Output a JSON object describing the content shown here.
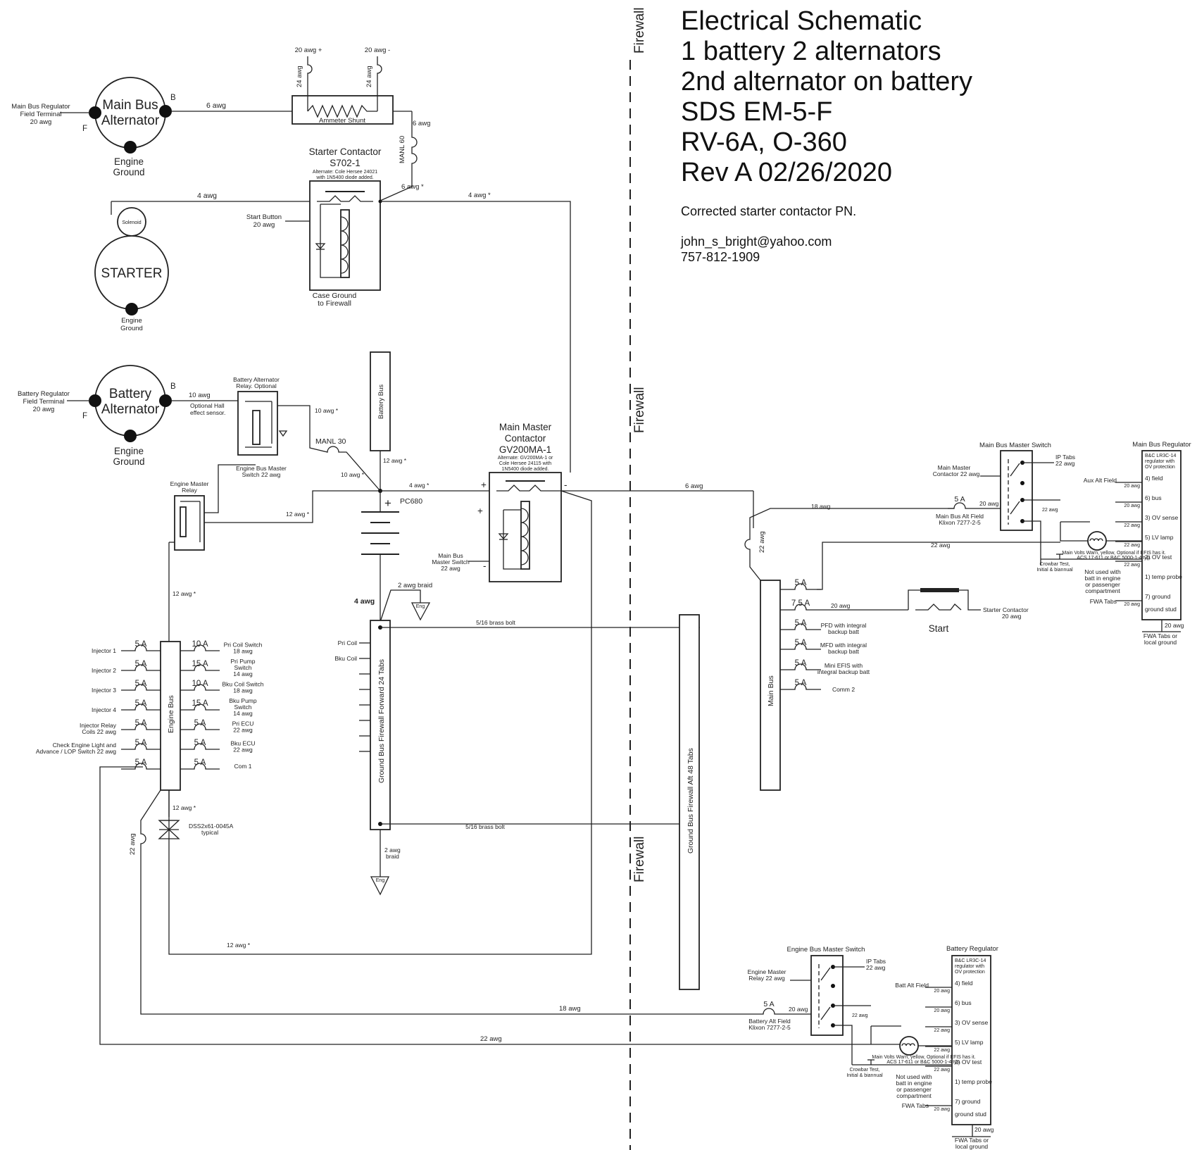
{
  "title_block": {
    "lines": [
      "Electrical Schematic",
      "1 battery 2 alternators",
      "2nd alternator on battery",
      "SDS EM-5-F",
      "RV-6A, O-360",
      "Rev A 02/26/2020"
    ],
    "note": "Corrected starter contactor PN.",
    "email": "john_s_bright@yahoo.com",
    "phone": "757-812-1909"
  },
  "firewall": {
    "label": "Firewall"
  },
  "main_alt": {
    "name1": "Main Bus",
    "name2": "Alternator",
    "B": "B",
    "F": "F",
    "field_l1": "Main Bus Regulator",
    "field_l2": "Field Terminal",
    "field_l3": "20 awg",
    "ground_l1": "Engine",
    "ground_l2": "Ground",
    "wire": "6 awg"
  },
  "shunt": {
    "label": "Ammeter Shunt",
    "plus": "20 awg +",
    "minus": "20 awg -",
    "w1": "24 awg",
    "w2": "24 awg",
    "out": "6 awg",
    "manl": "MANL 60"
  },
  "starter_contactor": {
    "l1": "Starter Contactor",
    "l2": "S702-1",
    "alt1": "Alternate: Cole Hersee 24021",
    "alt2": "with 1N5400 diode added.",
    "case1": "Case Ground",
    "case2": "to Firewall",
    "start1": "Start Button",
    "start2": "20 awg",
    "w_in": "6 awg *",
    "w_left": "4 awg",
    "w_right": "4 awg *"
  },
  "starter": {
    "label": "STARTER",
    "solenoid": "Solenoid",
    "g1": "Engine",
    "g2": "Ground"
  },
  "batt_alt": {
    "name1": "Battery",
    "name2": "Alternator",
    "B": "B",
    "F": "F",
    "field_l1": "Battery Regulator",
    "field_l2": "Field Terminal",
    "field_l3": "20 awg",
    "ground_l1": "Engine",
    "ground_l2": "Ground",
    "w": "10 awg",
    "hall1": "Optional Hall",
    "hall2": "effect sensor.",
    "relay1": "Battery Alternator",
    "relay2": "Relay. Optional",
    "w_out": "10 awg *",
    "manl": "MANL 30",
    "w_batt": "10 awg *"
  },
  "engine_master_relay": {
    "l1": "Engine Master",
    "l2": "Relay",
    "sw1": "Engine Bus Master",
    "sw2": "Switch 22 awg",
    "w1": "12 awg *",
    "w2": "12 awg *"
  },
  "battery_bus": {
    "label": "Battery Bus",
    "w": "12 awg *"
  },
  "battery": {
    "plus": "+",
    "pc": "PC680",
    "w_neg": "4 awg",
    "w_pos": "4 awg *",
    "braid": "2 awg braid",
    "eng": "Eng"
  },
  "main_master": {
    "l1": "Main Master",
    "l2": "Contactor",
    "l3": "GV200MA-1",
    "alt1": "Alternate: GV200MA-1 or",
    "alt2": "Cole Hersee 24115 with",
    "alt3": "1N5400 diode added.",
    "plus": "+",
    "minus": "-",
    "sw1": "Main Bus",
    "sw2": "Master Switch",
    "sw3": "22 awg",
    "w": "6 awg"
  },
  "ground_fwd": {
    "label": "Ground Bus Firewall Forward 24 Tabs",
    "pri": "Pri Coil",
    "bku": "Bku Coil",
    "bolt1": "5/16 brass bolt",
    "bolt2": "5/16 brass bolt",
    "braid1": "2 awg",
    "braid2": "braid",
    "eng": "Eng"
  },
  "ground_aft": {
    "label": "Ground Bus Firewall Aft 48 Tabs"
  },
  "engine_bus": {
    "label": "Engine Bus",
    "left": [
      {
        "a": "5 A",
        "l1": "Injector 1",
        "l2": ""
      },
      {
        "a": "5 A",
        "l1": "Injector 2",
        "l2": ""
      },
      {
        "a": "5 A",
        "l1": "Injector 3",
        "l2": ""
      },
      {
        "a": "5 A",
        "l1": "Injector 4",
        "l2": ""
      },
      {
        "a": "5 A",
        "l1": "Injector Relay",
        "l2": "Coils 22 awg"
      },
      {
        "a": "5 A",
        "l1": "Check Engine Light and",
        "l2": "Advance / LOP Switch 22 awg"
      },
      {
        "a": "5 A",
        "l1": "",
        "l2": ""
      }
    ],
    "right": [
      {
        "a": "10 A",
        "l1": "Pri Coil Switch",
        "l2": "18 awg",
        "l3": ""
      },
      {
        "a": "15 A",
        "l1": "Pri Pump",
        "l2": "Switch",
        "l3": "14 awg"
      },
      {
        "a": "10 A",
        "l1": "Bku Coil Switch",
        "l2": "18 awg",
        "l3": ""
      },
      {
        "a": "15 A",
        "l1": "Bku Pump",
        "l2": "Switch",
        "l3": "14 awg"
      },
      {
        "a": "5 A",
        "l1": "Pri ECU",
        "l2": "22 awg",
        "l3": ""
      },
      {
        "a": "5 A",
        "l1": "Bku ECU",
        "l2": "22 awg",
        "l3": ""
      },
      {
        "a": "5 A",
        "l1": "Com 1",
        "l2": "",
        "l3": ""
      }
    ],
    "w_bottom": "12 awg *",
    "diode1": "DSS2x61-0045A",
    "diode2": "typical",
    "w22": "22 awg",
    "w_loop": "12 awg *",
    "w18": "18 awg",
    "w22b": "22 awg"
  },
  "main_bus": {
    "label": "Main Bus",
    "w22": "22 awg",
    "rows": [
      {
        "a": "5 A",
        "l1": "",
        "l2": ""
      },
      {
        "a": "7.5 A",
        "l1": "20 awg",
        "l2": ""
      },
      {
        "a": "5 A",
        "l1": "PFD with integral",
        "l2": "backup batt"
      },
      {
        "a": "5 A",
        "l1": "MFD with integral",
        "l2": "backup batt"
      },
      {
        "a": "5 A",
        "l1": "Mini EFIS with",
        "l2": "integral backup batt"
      },
      {
        "a": "5 A",
        "l1": "Comm 2",
        "l2": ""
      }
    ],
    "start": "Start",
    "sc1": "Starter Contactor",
    "sc2": "20 awg",
    "w18": "18 awg",
    "w22b": "22 awg"
  },
  "main_switch": {
    "title": "Main Bus Master Switch",
    "ip1": "IP Tabs",
    "ip2": "22 awg",
    "mc1": "Main Master",
    "mc2": "Contactor 22 awg",
    "fuse": "5 A",
    "kl1": "Main Bus Alt Field",
    "kl2": "Klixon 7277-2-5",
    "w20": "20 awg",
    "w22": "22 awg"
  },
  "main_reg": {
    "title": "Main Bus Regulator",
    "h1": "B&C LR3C-14",
    "h2": "regulator with",
    "h3": "OV protection",
    "term": [
      "4) field",
      "6) bus",
      "3) OV sense",
      "5) LV lamp",
      "2) OV test",
      "1) temp probe",
      "7) ground",
      "ground stud"
    ],
    "aux": "Aux Alt Field",
    "w20": "20 awg",
    "w22": "22 awg",
    "lamp1": "Main Volts Warn, yellow, Optional if EFIS has it.",
    "lamp2": "ACS 17-611 or B&C 5000-1-4 typ.",
    "crow1": "Crowbar Test,",
    "crow2": "Initial & biannual",
    "nu1": "Not used with",
    "nu2": "batt in engine",
    "nu3": "or passenger",
    "nu4": "compartment",
    "fwa": "FWA Tabs",
    "fwa1": "FWA Tabs or",
    "fwa2": "local ground"
  },
  "eng_switch": {
    "title": "Engine Bus Master Switch",
    "ip1": "IP Tabs",
    "ip2": "22 awg",
    "em1": "Engine Master",
    "em2": "Relay 22 awg",
    "fuse": "5 A",
    "kl1": "Battery Alt Field",
    "kl2": "Klixon 7277-2-5",
    "w20": "20 awg",
    "w22": "22 awg"
  },
  "batt_reg": {
    "title": "Battery Regulator",
    "h1": "B&C LR3C-14",
    "h2": "regulator with",
    "h3": "OV protection",
    "term": [
      "4) field",
      "6) bus",
      "3) OV sense",
      "5) LV lamp",
      "2) OV test",
      "1) temp probe",
      "7) ground",
      "ground stud"
    ],
    "aux": "Batt Alt Field",
    "w20": "20 awg",
    "w22": "22 awg",
    "lamp1": "Main Volts Warn, yellow, Optional if EFIS has it.",
    "lamp2": "ACS 17-611 or B&C 5000-1-4 typ.",
    "crow1": "Crowbar Test,",
    "crow2": "Initial & biannual",
    "nu1": "Not used with",
    "nu2": "batt in engine",
    "nu3": "or passenger",
    "nu4": "compartment",
    "fwa": "FWA Tabs",
    "fwa1": "FWA Tabs or",
    "fwa2": "local ground"
  }
}
